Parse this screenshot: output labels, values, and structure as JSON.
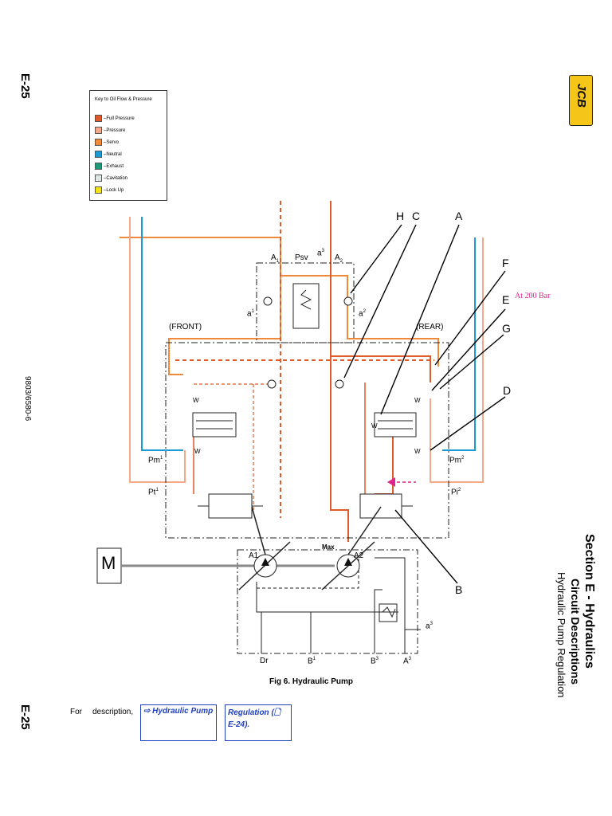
{
  "margin": {
    "page_top": "E-25",
    "page_bottom": "E-25",
    "doc_number": "9803/6580-6",
    "section_title": "Section E - Hydraulics",
    "section_subtitle": "Circuit Descriptions",
    "topic": "Hydraulic Pump Regulation",
    "logo_text": "JCB"
  },
  "legend": {
    "title": "Key to Oil Flow & Pressure",
    "items": [
      {
        "label": "Full Pressure",
        "color": "#e05a2a"
      },
      {
        "label": "Pressure",
        "color": "#f4a98a"
      },
      {
        "label": "Servo",
        "color": "#f08a3a"
      },
      {
        "label": "Neutral",
        "color": "#1a9bd4"
      },
      {
        "label": "Exhaust",
        "color": "#1d9a7a"
      },
      {
        "label": "Cavitation",
        "color": "#dde8e2"
      },
      {
        "label": "Lock Up",
        "color": "#f5e31a"
      }
    ]
  },
  "diagram": {
    "letters": [
      "H",
      "C",
      "A",
      "F",
      "E",
      "G",
      "D",
      "B"
    ],
    "annotation": "At 200 Bar",
    "labels": {
      "front": "(FRONT)",
      "rear": "(REAR)",
      "psv": "Psv",
      "a1": "A",
      "a1_sub": "1",
      "a2": "A",
      "a2_sub": "2",
      "a3": "a",
      "a3_sub": "3",
      "a_left": "a",
      "a_left_sub": "1",
      "a_right": "a",
      "a_right_sub": "2",
      "pm1": "Pm",
      "pm1_sub": "1",
      "pm2": "Pm",
      "pm2_sub": "2",
      "pt1": "Pt",
      "pt1_sub": "1",
      "pi2": "Pi",
      "pi2_sub": "2",
      "motor": "M",
      "pump_a1": "A1",
      "pump_a2": "A2",
      "max": "Max",
      "dr": "Dr",
      "b1": "B",
      "b1_sub": "1",
      "b3": "B",
      "b3_sub": "3",
      "a3b": "A",
      "a3b_sub": "3",
      "a3c": "a",
      "a3c_sub": "3",
      "w": "W"
    },
    "caption": "Fig 6. Hydraulic Pump"
  },
  "footer": {
    "for": "For",
    "description": "description,",
    "link1": "⇨ Hydraulic      Pump",
    "link2": "Regulation (🗋 E-24)."
  }
}
